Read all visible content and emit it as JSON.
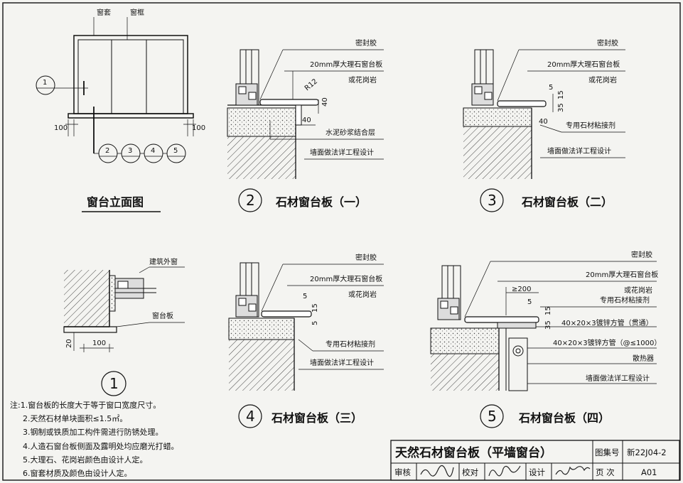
{
  "colors": {
    "ink": "#111111",
    "paper": "#f4f4f1"
  },
  "elevation": {
    "labels": {
      "casing": "窗套",
      "frame": "窗框"
    },
    "dims": {
      "left": "100",
      "right": "100"
    },
    "callouts": [
      "1",
      "2",
      "3",
      "4",
      "5"
    ],
    "caption": "窗台立面图"
  },
  "d2": {
    "num": "2",
    "caption": "石材窗台板（一）",
    "labels": [
      "密封胶",
      "20mm厚大理石窗台板",
      "或花岗岩",
      "水泥砂浆结合层",
      "墙面做法详工程设计"
    ],
    "dims": {
      "r": "R12",
      "h": "40",
      "w": "40"
    }
  },
  "d3": {
    "num": "3",
    "caption": "石材窗台板（二）",
    "labels": [
      "密封胶",
      "20mm厚大理石窗台板",
      "或花岗岩",
      "专用石材粘接剂",
      "墙面做法详工程设计"
    ],
    "dims": {
      "a": "5",
      "b": "15",
      "c": "35",
      "d": "40"
    }
  },
  "d1": {
    "num": "1",
    "labels": [
      "建筑外窗",
      "窗台板"
    ],
    "dims": {
      "a": "20",
      "b": "100"
    }
  },
  "d4": {
    "num": "4",
    "caption": "石材窗台板（三）",
    "labels": [
      "密封胶",
      "20mm厚大理石窗台板",
      "或花岗岩",
      "专用石材粘接剂",
      "墙面做法详工程设计"
    ],
    "dims": {
      "a": "5",
      "b": "15",
      "c": "5"
    }
  },
  "d5": {
    "num": "5",
    "caption": "石材窗台板（四）",
    "labels": [
      "密封胶",
      "20mm厚大理石窗台板",
      "或花岗岩",
      "专用石材粘接剂",
      "40×20×3镀锌方管（贯通）",
      "40×20×3镀锌方管（@≤1000）",
      "散热器",
      "墙面做法详工程设计"
    ],
    "dims": {
      "a": "≥200",
      "b": "5",
      "c": "35",
      "d": "15"
    }
  },
  "notes": [
    "注:1.窗台板的长度大于等于窗口宽度尺寸。",
    "2.天然石材单块面积≤1.5㎡。",
    "3.钢制或铁质加工构件需进行防锈处理。",
    "4.人造石窗台板侧面及露明处均应磨光打蜡。",
    "5.大理石、花岗岩颜色由设计人定。",
    "6.窗套材质及颜色由设计人定。"
  ],
  "title_block": {
    "title": "天然石材窗台板（平墙窗台）",
    "atlas_label": "图集号",
    "atlas_no": "新22J04-2",
    "review": "审核",
    "check": "校对",
    "design": "设计",
    "page_label": "页 次",
    "page": "A01"
  }
}
